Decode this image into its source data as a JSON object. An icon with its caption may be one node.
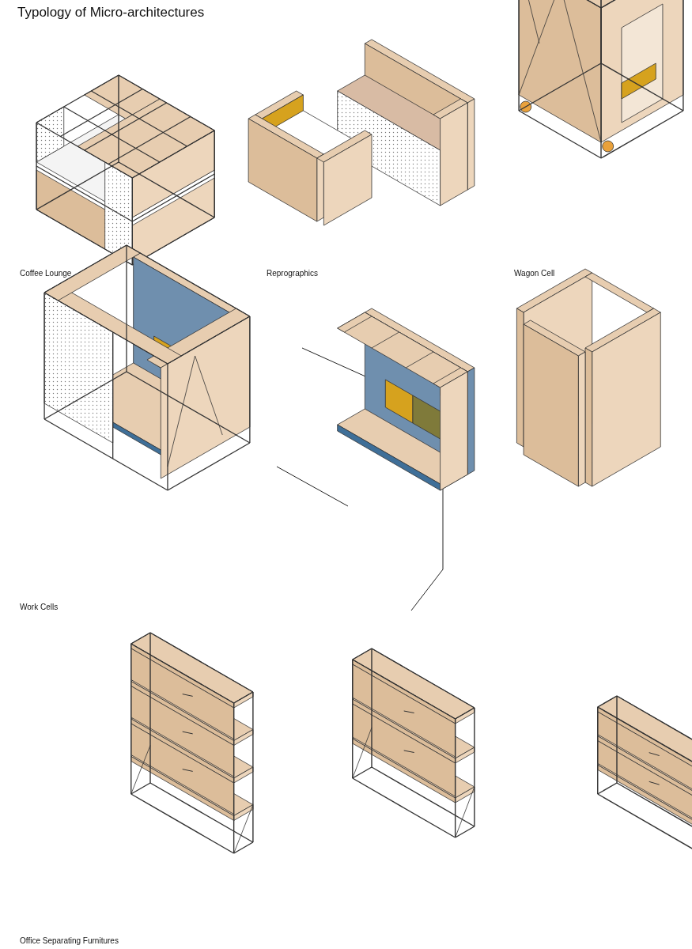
{
  "diagram": {
    "title": "Typology of Micro-architectures",
    "labels": [
      "Coffee Lounge",
      "Reprographics",
      "Wagon Cell",
      "Work Cells",
      "Office Separating Furnitures"
    ]
  }
}
